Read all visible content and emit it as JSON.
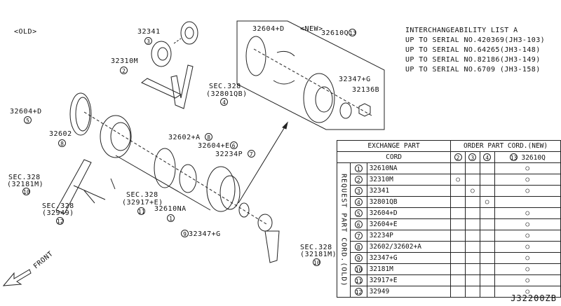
{
  "diagram": {
    "old_label": "<OLD>",
    "new_label": "<NEW>",
    "front_label": "FRONT",
    "diagram_code": "J32200ZB",
    "callouts": [
      {
        "part": "32341",
        "ref": "3"
      },
      {
        "part": "32310M",
        "ref": "2"
      },
      {
        "part": "SEC.328",
        "sub": "(32801QB)",
        "ref": "4"
      },
      {
        "part": "32604+D",
        "ref": "5"
      },
      {
        "part": "32602",
        "ref": "8"
      },
      {
        "part": "32602+A",
        "ref": "8"
      },
      {
        "part": "32604+E",
        "ref": "6"
      },
      {
        "part": "32234P",
        "ref": "7"
      },
      {
        "part": "SEC.328",
        "sub": "(32181M)",
        "ref": "10"
      },
      {
        "part": "SEC.328",
        "sub": "(32917+E)",
        "ref": "11"
      },
      {
        "part": "SEC.328",
        "sub": "(32949)",
        "ref": "12"
      },
      {
        "part": "32610NA",
        "ref": "1"
      },
      {
        "part": "32347+G",
        "ref": "9"
      },
      {
        "part": "SEC.328",
        "sub": "(32181M)",
        "ref": "10"
      }
    ],
    "new_callouts": [
      {
        "part": "32604+D"
      },
      {
        "part": "32610Q",
        "ref": "13"
      },
      {
        "part": "32347+G"
      },
      {
        "part": "32136B"
      }
    ]
  },
  "interchangeability": {
    "title": "INTERCHANGEABILITY LIST A",
    "lines": [
      "UP TO SERIAL NO.420369(JH3-103)",
      "UP TO SERIAL NO.64265(JH3-148)",
      "UP TO SERIAL NO.82186(JH3-149)",
      "UP TO SERIAL NO.6709 (JH3-158)"
    ]
  },
  "table": {
    "exchange_header": "EXCHANGE PART",
    "cord_header": "CORD",
    "order_header": "ORDER PART CORD.(NEW)",
    "row_header": "REQUEST PART CORD.(OLD)",
    "new_cols": [
      {
        "ref": "2",
        "part": ""
      },
      {
        "ref": "3",
        "part": ""
      },
      {
        "ref": "4",
        "part": ""
      },
      {
        "ref": "13",
        "part": "32610Q"
      }
    ],
    "mark": "○",
    "rows": [
      {
        "ref": "1",
        "part": "32610NA",
        "marks": [
          "",
          "",
          "",
          "○"
        ]
      },
      {
        "ref": "2",
        "part": "32310M",
        "marks": [
          "○",
          "",
          "",
          "○"
        ]
      },
      {
        "ref": "3",
        "part": "32341",
        "marks": [
          "",
          "○",
          "",
          "○"
        ]
      },
      {
        "ref": "4",
        "part": "32801QB",
        "marks": [
          "",
          "",
          "○",
          ""
        ]
      },
      {
        "ref": "5",
        "part": "32604+D",
        "marks": [
          "",
          "",
          "",
          "○"
        ]
      },
      {
        "ref": "6",
        "part": "32604+E",
        "marks": [
          "",
          "",
          "",
          "○"
        ]
      },
      {
        "ref": "7",
        "part": "32234P",
        "marks": [
          "",
          "",
          "",
          "○"
        ]
      },
      {
        "ref": "8",
        "part": "32602/32602+A",
        "marks": [
          "",
          "",
          "",
          "○"
        ]
      },
      {
        "ref": "9",
        "part": "32347+G",
        "marks": [
          "",
          "",
          "",
          "○"
        ]
      },
      {
        "ref": "10",
        "part": "32181M",
        "marks": [
          "",
          "",
          "",
          "○"
        ]
      },
      {
        "ref": "11",
        "part": "32917+E",
        "marks": [
          "",
          "",
          "",
          "○"
        ]
      },
      {
        "ref": "12",
        "part": "32949",
        "marks": [
          "",
          "",
          "",
          "○"
        ]
      }
    ]
  }
}
